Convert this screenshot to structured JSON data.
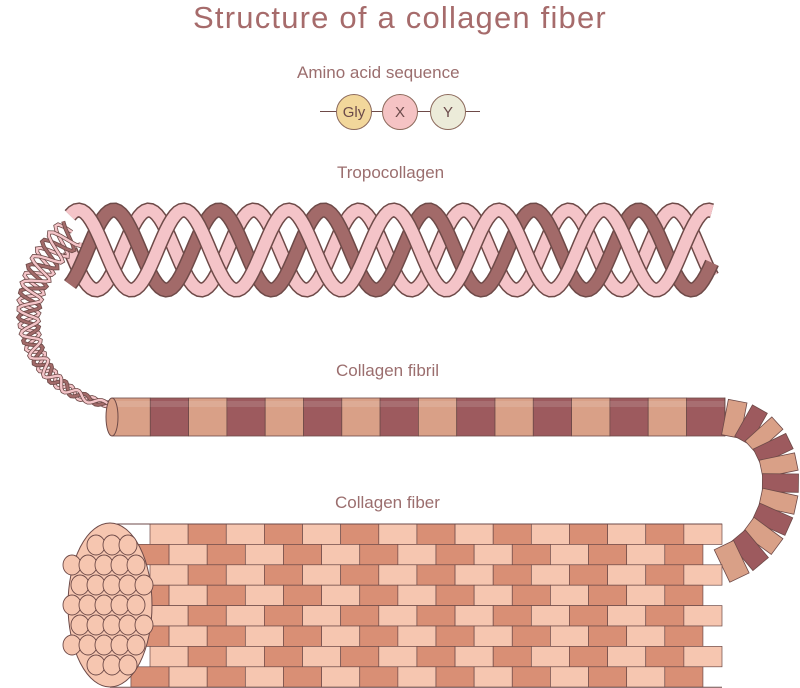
{
  "title": "Structure of a collagen fiber",
  "sections": {
    "amino_acid": "Amino acid sequence",
    "tropocollagen": "Tropocollagen",
    "fibril": "Collagen fibril",
    "fiber": "Collagen fiber"
  },
  "amino_acids": [
    {
      "label": "Gly",
      "color": "#f2d79b"
    },
    {
      "label": "X",
      "color": "#f5c3c4"
    },
    {
      "label": "Y",
      "color": "#ecebd9"
    }
  ],
  "colors": {
    "light_strand": "#f4c4c8",
    "dark_strand": "#a26a69",
    "band_light": "#d9a087",
    "band_dark": "#9d5a5e",
    "fiber_light": "#f6c6b0",
    "fiber_dark": "#d98f75",
    "outline": "#6e4a48",
    "text": "#9b6e6e"
  }
}
